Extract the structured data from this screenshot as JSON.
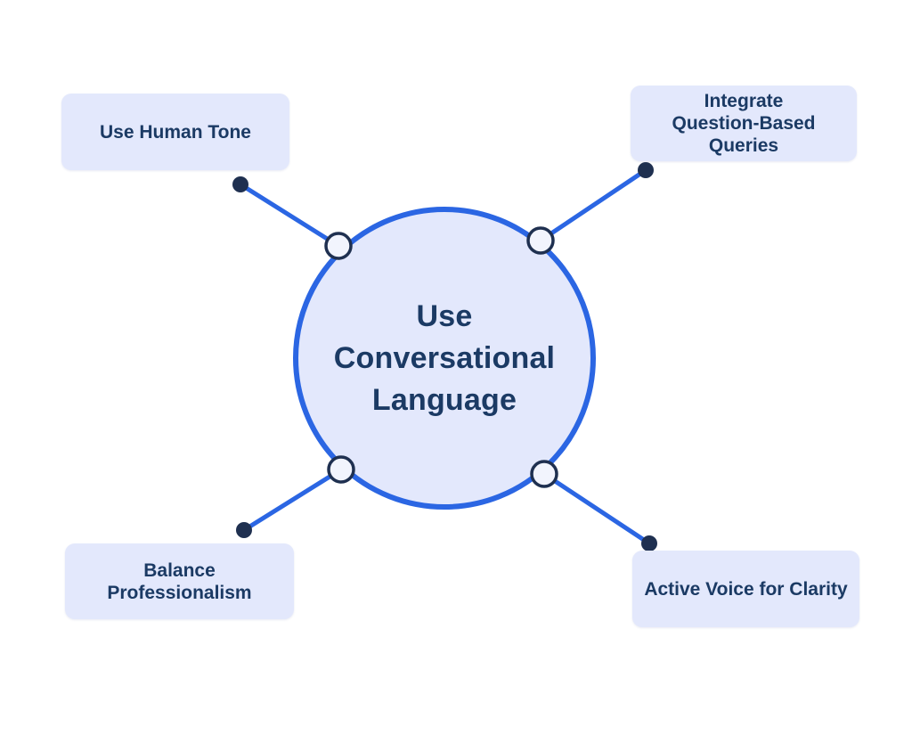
{
  "diagram": {
    "title": "Use Conversational Language mind map",
    "center": {
      "label": "Use Conversational Language",
      "lines": [
        "Use",
        "Conversational",
        "Language"
      ]
    },
    "nodes": [
      {
        "id": "top-left",
        "label": "Use Human Tone",
        "lines": [
          "Use Human Tone"
        ]
      },
      {
        "id": "top-right",
        "label": "Integrate Question-Based Queries",
        "lines": [
          "Integrate",
          "Question-Based",
          "Queries"
        ]
      },
      {
        "id": "bottom-left",
        "label": "Balance Professionalism",
        "lines": [
          "Balance",
          "Professionalism"
        ]
      },
      {
        "id": "bottom-right",
        "label": "Active Voice for Clarity",
        "lines": [
          "Active Voice for Clarity"
        ]
      }
    ],
    "colors": {
      "accent_blue": "#2B66E3",
      "node_fill": "#E3E8FC",
      "text_navy": "#1B3A64",
      "connector_navy": "#1F3050",
      "port_fill": "#F2F4FD",
      "background": "#FFFFFF"
    }
  }
}
